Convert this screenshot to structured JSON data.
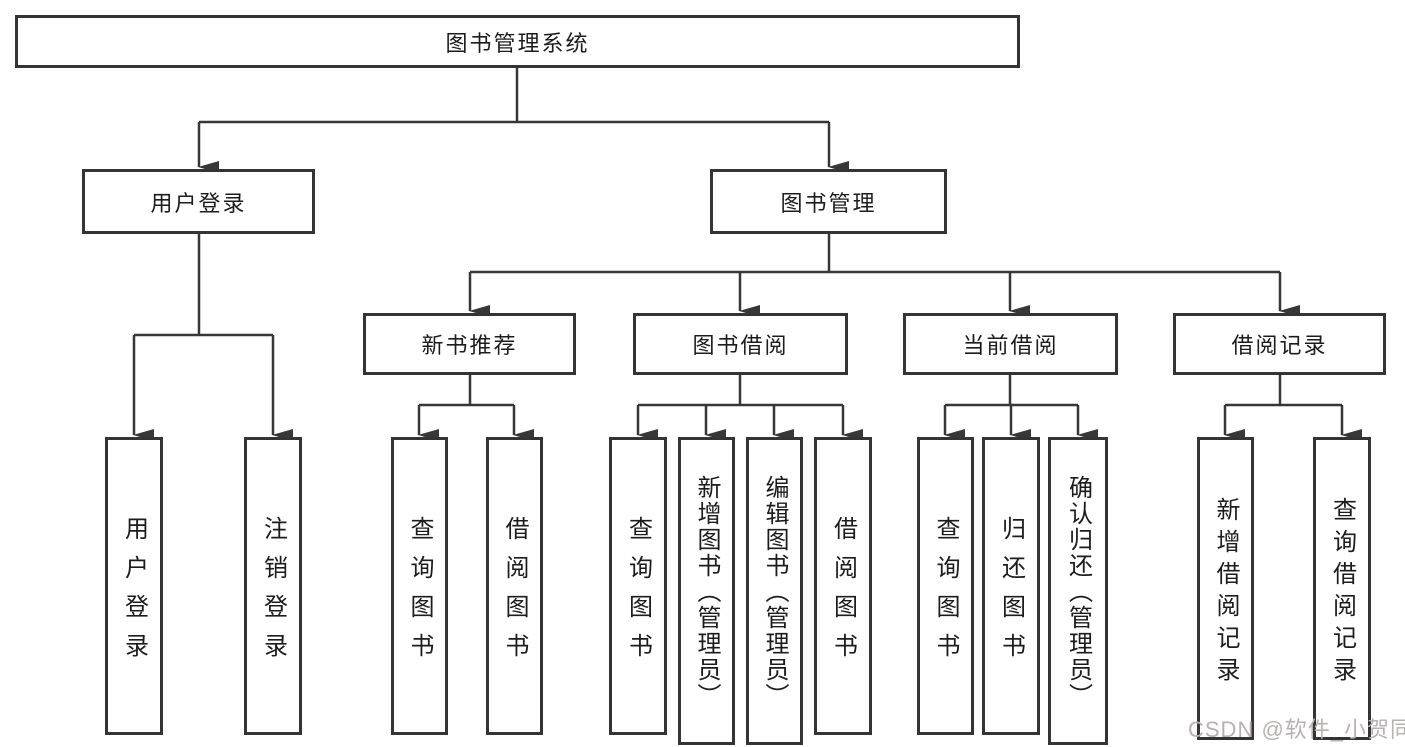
{
  "diagram": {
    "title": "图书管理系统",
    "type": "hierarchy-tree",
    "colors": {
      "background": "#ffffff",
      "line": "#373737",
      "box_border": "#343434",
      "text": "#1c1c1c",
      "watermark": "#b9b1b1"
    },
    "nodes": {
      "root": "图书管理系统",
      "user_login": "用户登录",
      "book_mgmt": "图书管理",
      "new_book_rec": "新书推荐",
      "book_borrow": "图书借阅",
      "current_borrow": "当前借阅",
      "borrow_records": "借阅记录",
      "login_action": "用户登录",
      "logout_action": "注销登录",
      "rec_query_books": "查询图书",
      "rec_borrow_books": "借阅图书",
      "bb_query_books": "查询图书",
      "bb_add_books": "新增图书（管理员）",
      "bb_edit_books": "编辑图书（管理员）",
      "bb_borrow_books": "借阅图书",
      "cb_query_books": "查询图书",
      "cb_return_books": "归还图书",
      "cb_confirm_return": "确认归还（管理员）",
      "br_add_record": "新增借阅记录",
      "br_query_record": "查询借阅记录"
    },
    "edges": [
      [
        "root",
        "user_login"
      ],
      [
        "root",
        "book_mgmt"
      ],
      [
        "user_login",
        "login_action"
      ],
      [
        "user_login",
        "logout_action"
      ],
      [
        "book_mgmt",
        "new_book_rec"
      ],
      [
        "book_mgmt",
        "book_borrow"
      ],
      [
        "book_mgmt",
        "current_borrow"
      ],
      [
        "book_mgmt",
        "borrow_records"
      ],
      [
        "new_book_rec",
        "rec_query_books"
      ],
      [
        "new_book_rec",
        "rec_borrow_books"
      ],
      [
        "book_borrow",
        "bb_query_books"
      ],
      [
        "book_borrow",
        "bb_add_books"
      ],
      [
        "book_borrow",
        "bb_edit_books"
      ],
      [
        "book_borrow",
        "bb_borrow_books"
      ],
      [
        "current_borrow",
        "cb_query_books"
      ],
      [
        "current_borrow",
        "cb_return_books"
      ],
      [
        "current_borrow",
        "cb_confirm_return"
      ],
      [
        "borrow_records",
        "br_add_record"
      ],
      [
        "borrow_records",
        "br_query_record"
      ]
    ],
    "watermark": "CSDN @软件_小贺同学"
  }
}
